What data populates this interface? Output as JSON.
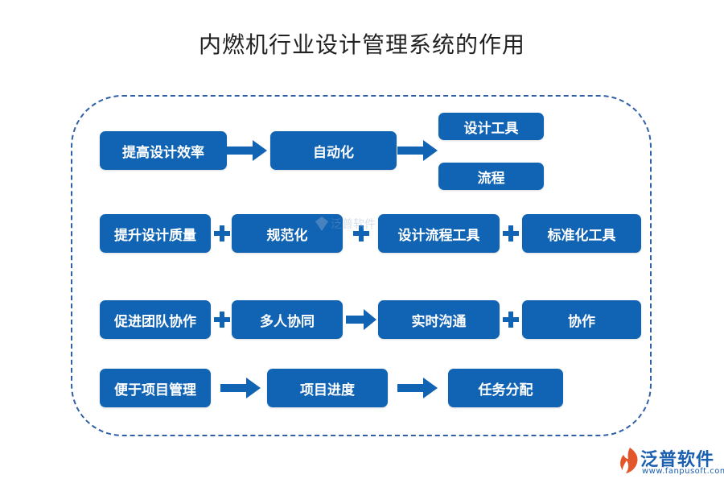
{
  "title": "内燃机行业设计管理系统的作用",
  "rows": [
    {
      "head": "提高设计效率",
      "items": [
        "自动化",
        "设计工具",
        "流程"
      ]
    },
    {
      "head": "提升设计质量",
      "items": [
        "规范化",
        "设计流程工具",
        "标准化工具"
      ]
    },
    {
      "head": "促进团队协作",
      "items": [
        "多人协同",
        "实时沟通",
        "协作"
      ]
    },
    {
      "head": "便于项目管理",
      "items": [
        "项目进度",
        "任务分配"
      ]
    }
  ],
  "watermark": "泛普软件",
  "logo": {
    "name": "泛普软件",
    "url": "www.fanpusoft.com"
  },
  "colors": {
    "box": "#1164b4",
    "border": "#2f5fa6",
    "text": "#ffffff"
  }
}
